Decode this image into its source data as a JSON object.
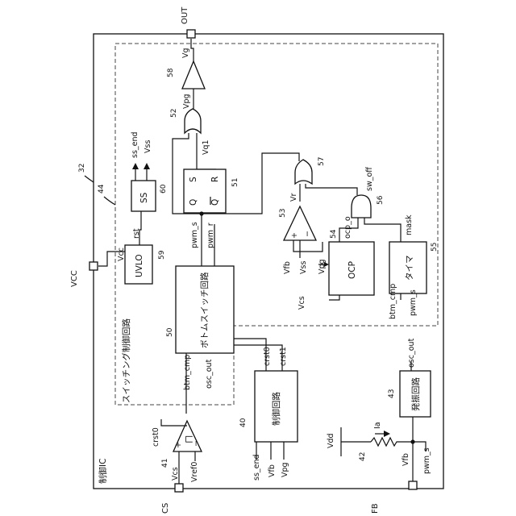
{
  "pins": {
    "out": "OUT",
    "vcc": "VCC",
    "cs": "CS",
    "fb": "FB"
  },
  "refs": {
    "ic": "32",
    "switching_circuit": "44",
    "ss": "60",
    "uvlo": "59",
    "sr_latch": "51",
    "or_57": "57",
    "or_52": "52",
    "driver": "58",
    "comparator_53": "53",
    "ocp": "54",
    "and_56": "56",
    "timer": "55",
    "bottom_switch": "50",
    "control": "40",
    "oscillator": "43",
    "comparator_41": "41",
    "resistor": "42"
  },
  "blocks": {
    "ss": "SS",
    "uvlo": "UVLO",
    "ocp": "OCP",
    "timer": "タイマ",
    "bottom_switch": "ボトムスイッチ回路",
    "control": "制御回路",
    "oscillator": "発振回路",
    "ic_label": "制御IC",
    "switching_label": "スイッチング制御回路"
  },
  "latch": {
    "s": "S",
    "r": "R",
    "q": "Q",
    "qbar": "Q"
  },
  "signals": {
    "vg": "Vg",
    "vpg_top": "Vpg",
    "vq1": "Vq1",
    "ss_end": "ss_end",
    "vss": "Vss",
    "vcc": "Vcc",
    "rst": "rst",
    "pwm_s": "pwm_s",
    "pwm_r": "pwm_r",
    "vr": "Vr",
    "sw_off": "sw_off",
    "ocp_o": "ocp_o",
    "mask": "mask",
    "vfb": "Vfb",
    "vss_in": "Vss",
    "vpg": "Vpg",
    "vcs": "Vcs",
    "btm_cmp": "btm_cmp",
    "pwm_s_timer": "pwm_s",
    "osc_out": "osc_out",
    "crst0": "crst0",
    "crst1": "crst1",
    "ss_end_ctrl": "ss_end",
    "vfb_ctrl": "Vfb",
    "vpg_ctrl": "Vpg",
    "osc_out_osc": "osc_out",
    "vdd": "Vdd",
    "ia": "Ia",
    "vfb_pin": "Vfb",
    "pwm_s_pin": "pwm_s",
    "crst0_cmp": "crst0",
    "vcs_cmp": "Vcs",
    "vref0": "Vref0",
    "pulse": "ㄇ",
    "plus": "+",
    "minus": "−",
    "plus2": "+",
    "minus2": "−"
  }
}
